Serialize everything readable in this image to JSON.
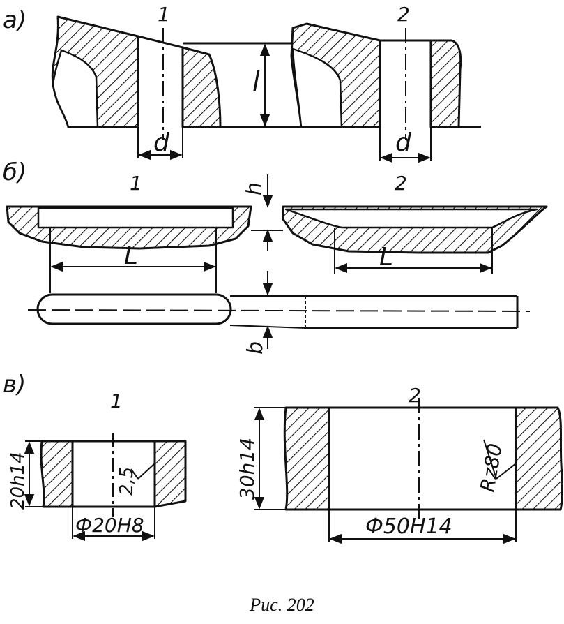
{
  "figure": {
    "caption": "Рис. 202",
    "panels": {
      "a": {
        "label": "a)",
        "item1": "1",
        "item2": "2",
        "dim_l": "l",
        "dim_d1": "d",
        "dim_d2": "d"
      },
      "b": {
        "label": "б)",
        "item1": "1",
        "item2": "2",
        "dim_h": "h",
        "dim_L1": "L",
        "dim_L2": "L",
        "dim_b": "b"
      },
      "c": {
        "label": "в)",
        "item1": "1",
        "item2": "2",
        "height1": "20h14",
        "roughness1": "2,5",
        "diameter1": "Ф20H8",
        "height2": "30h14",
        "roughness2": "Rz80",
        "diameter2": "Ф50H14"
      }
    }
  }
}
